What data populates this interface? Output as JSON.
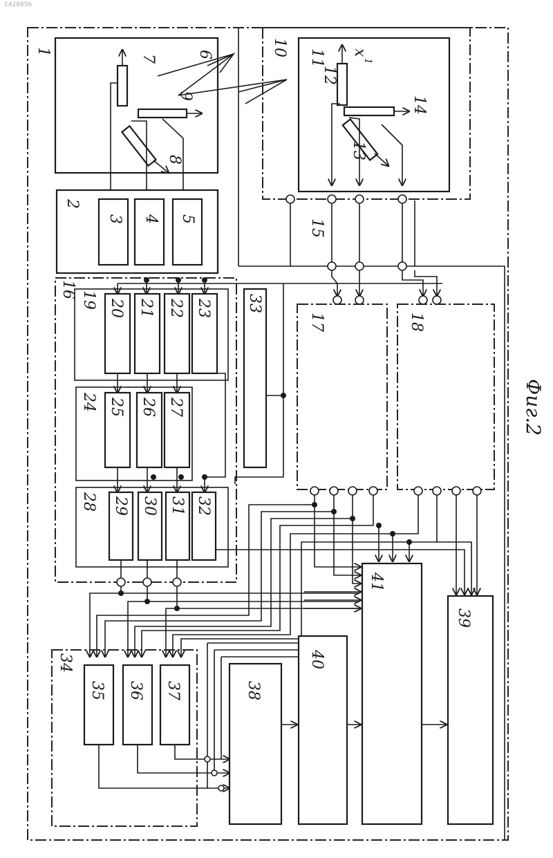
{
  "figure": {
    "caption": "Фиг.2",
    "corner_mark": "1428856"
  },
  "labels": {
    "l1": "1",
    "l2": "2",
    "l3": "3",
    "l4": "4",
    "l5": "5",
    "l6": "6",
    "l7": "7",
    "l8": "8",
    "l9": "9",
    "l10": "10",
    "l11": "11",
    "l12": "12",
    "l13": "13",
    "l14": "14",
    "l15": "15",
    "l16": "16",
    "l17": "17",
    "l18": "18",
    "l19": "19",
    "l20": "20",
    "l21": "21",
    "l22": "22",
    "l23": "23",
    "l24": "24",
    "l25": "25",
    "l26": "26",
    "l27": "27",
    "l28": "28",
    "l29": "29",
    "l30": "30",
    "l31": "31",
    "l32": "32",
    "l33": "33",
    "l34": "34",
    "l35": "35",
    "l36": "36",
    "l37": "37",
    "l38": "38",
    "l39": "39",
    "l40": "40",
    "l41": "41",
    "x1": "x",
    "x1_sub": "1"
  }
}
